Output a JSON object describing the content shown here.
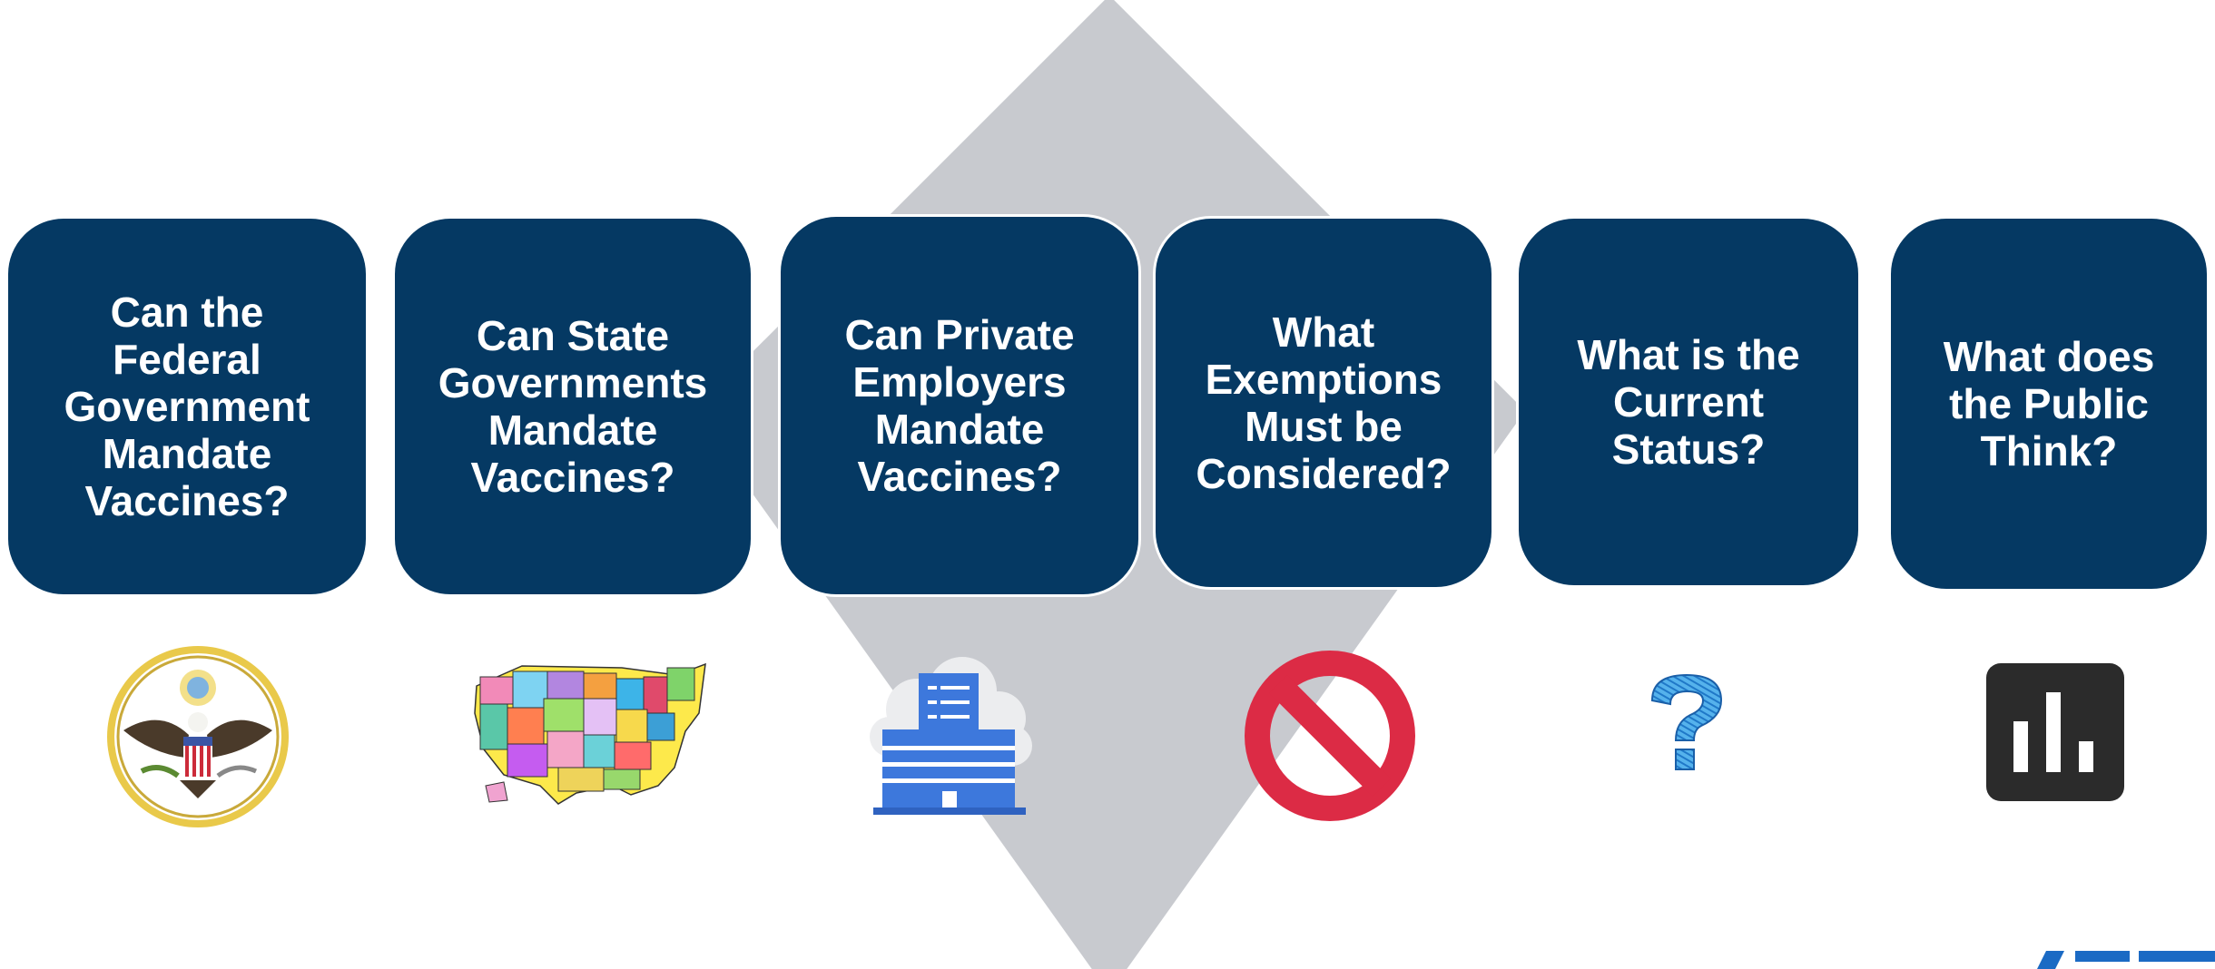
{
  "colors": {
    "card_bg": "#053963",
    "diamond": "#c8cacf",
    "no_sign": "#dc2b45",
    "building": "#3d78dc",
    "question": "#2f8fd1",
    "poll_bg": "#2b2b2b"
  },
  "cards": [
    {
      "text": "Can the\nFederal\nGovernment\nMandate\nVaccines?",
      "icon": "us-great-seal-icon"
    },
    {
      "text": "Can State\nGovernments\nMandate\nVaccines?",
      "icon": "us-states-map-icon"
    },
    {
      "text": "Can Private\nEmployers\nMandate\nVaccines?",
      "icon": "office-building-cloud-icon"
    },
    {
      "text": "What\nExemptions\nMust be\nConsidered?",
      "icon": "no-entry-prohibited-icon"
    },
    {
      "text": "What is the\nCurrent\nStatus?",
      "icon": "question-mark-icon"
    },
    {
      "text": "What does\nthe Public\nThink?",
      "icon": "bar-chart-poll-icon"
    }
  ]
}
